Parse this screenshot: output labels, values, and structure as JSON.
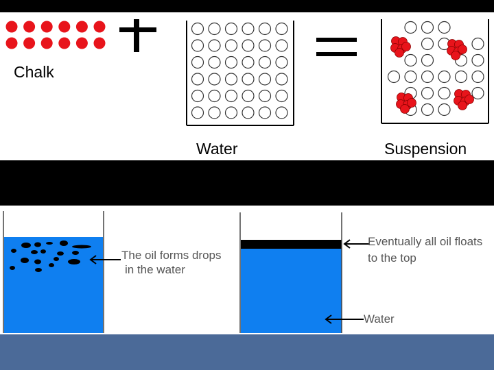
{
  "top_panel": {
    "chalk_label": "Chalk",
    "water_label": "Water",
    "suspension_label": "Suspension",
    "chalk_color": "#e8141b",
    "circle_stroke": "#333333"
  },
  "bottom_panel": {
    "oil_drops_label_line1": "The oil forms drops",
    "oil_drops_label_line2": "in the water",
    "oil_floats_label_line1": "Eventually all oil floats",
    "oil_floats_label_line2": "to the top",
    "water_label": "Water",
    "water_color": "#0f7ff0",
    "oil_color": "#000000"
  },
  "footer_band_color": "#4b6a98"
}
